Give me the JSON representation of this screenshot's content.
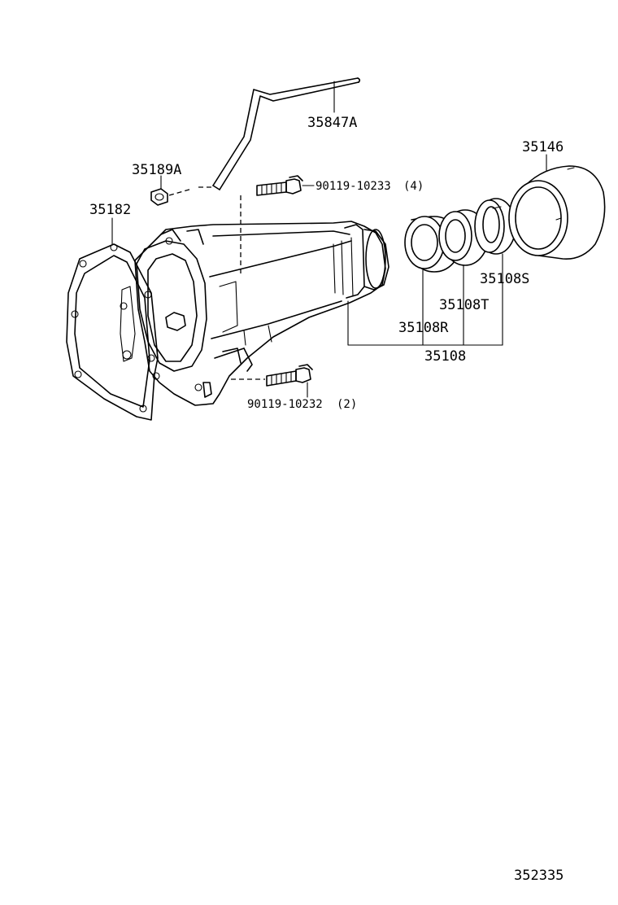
{
  "labels": {
    "l35847A": "35847A",
    "l35189A": "35189A",
    "l90119_10233": "90119-10233",
    "l90119_10233_qty": "(4)",
    "l35182": "35182",
    "l35146": "35146",
    "l35108S": "35108S",
    "l35108T": "35108T",
    "l35108R": "35108R",
    "l35108": "35108",
    "l90119_10232": "90119-10232",
    "l90119_10232_qty": "(2)",
    "diagram_id": "352335"
  }
}
